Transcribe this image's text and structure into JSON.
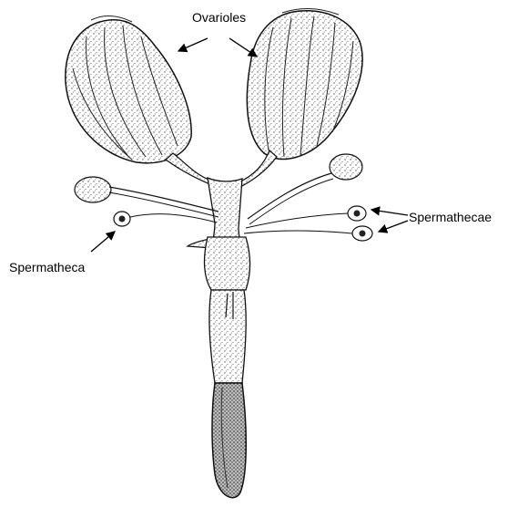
{
  "labels": {
    "ovarioles": "Ovarioles",
    "spermathecae": "Spermathecae",
    "spermatheca": "Spermatheca"
  },
  "colors": {
    "ink": "#000000",
    "stipple": "#6e6e6e",
    "background": "#ffffff"
  }
}
